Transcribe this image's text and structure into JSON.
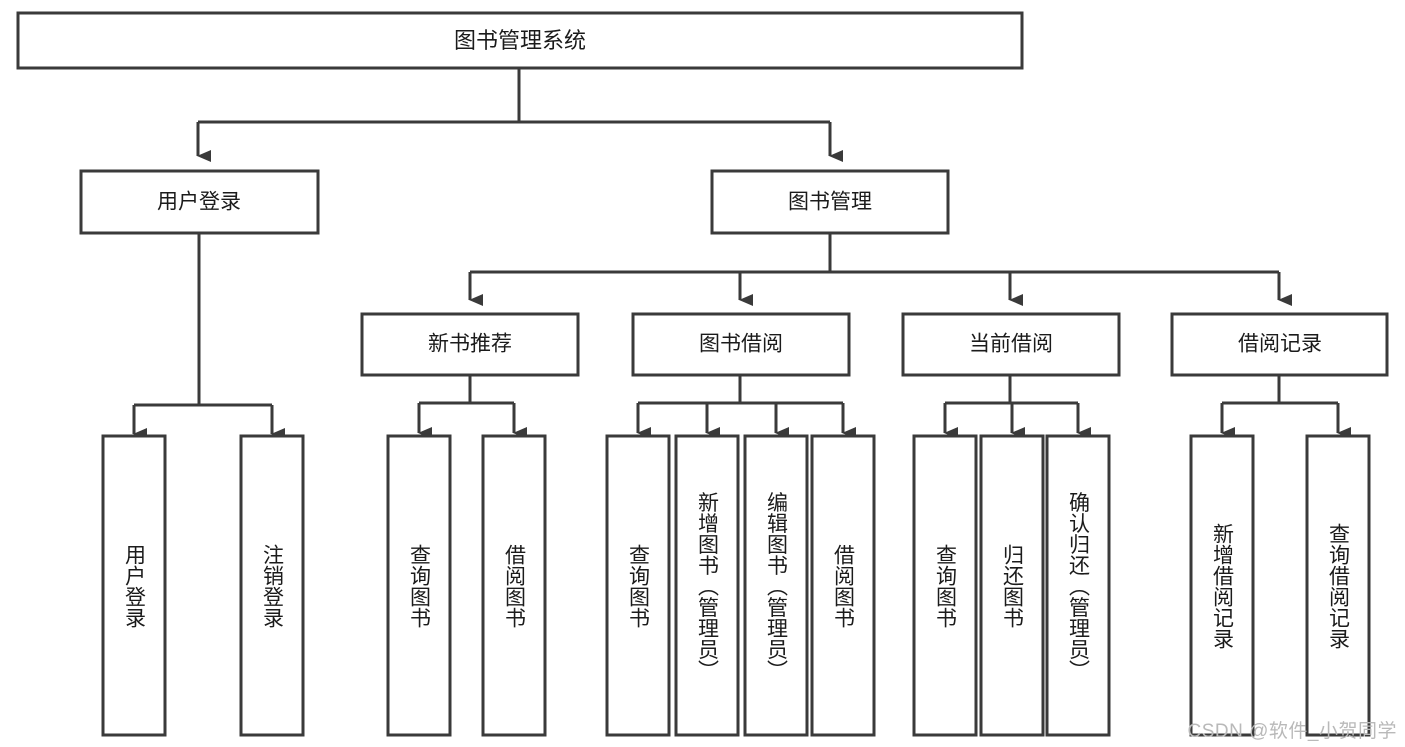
{
  "diagram": {
    "title": "图书管理系统",
    "type": "tree-hierarchy-chart",
    "watermark": "CSDN @软件_小贺同学",
    "colors": {
      "stroke": "#3a3a3a",
      "fill": "#ffffff",
      "text": "#1b1b1b",
      "watermark": "#b9b9b9"
    },
    "levels": {
      "root": {
        "label": "图书管理系统"
      },
      "level2": [
        {
          "label": "用户登录"
        },
        {
          "label": "图书管理"
        }
      ],
      "level3": [
        {
          "label": "新书推荐"
        },
        {
          "label": "图书借阅"
        },
        {
          "label": "当前借阅"
        },
        {
          "label": "借阅记录"
        }
      ]
    },
    "nodes": {
      "root": "图书管理系统",
      "user_login": "用户登录",
      "book_manage": "图书管理",
      "new_book_rec": "新书推荐",
      "book_borrow": "图书借阅",
      "current_borrow": "当前借阅",
      "borrow_record": "借阅记录",
      "leaf_user_login": "用户登录",
      "leaf_user_logout": "注销登录",
      "leaf_query_book_a": "查询图书",
      "leaf_borrow_book_a": "借阅图书",
      "leaf_query_book_b": "查询图书",
      "leaf_add_book": "新增图书（管理员）",
      "leaf_edit_book": "编辑图书（管理员）",
      "leaf_borrow_book_b": "借阅图书",
      "leaf_query_book_c": "查询图书",
      "leaf_return_book": "归还图书",
      "leaf_confirm_return": "确认归还（管理员）",
      "leaf_add_record": "新增借阅记录",
      "leaf_query_record": "查询借阅记录"
    },
    "tree": [
      {
        "label": "图书管理系统",
        "children": [
          {
            "label": "用户登录",
            "children": [
              {
                "label": "用户登录"
              },
              {
                "label": "注销登录"
              }
            ]
          },
          {
            "label": "图书管理",
            "children": [
              {
                "label": "新书推荐",
                "children": [
                  {
                    "label": "查询图书"
                  },
                  {
                    "label": "借阅图书"
                  }
                ]
              },
              {
                "label": "图书借阅",
                "children": [
                  {
                    "label": "查询图书"
                  },
                  {
                    "label": "新增图书（管理员）"
                  },
                  {
                    "label": "编辑图书（管理员）"
                  },
                  {
                    "label": "借阅图书"
                  }
                ]
              },
              {
                "label": "当前借阅",
                "children": [
                  {
                    "label": "查询图书"
                  },
                  {
                    "label": "归还图书"
                  },
                  {
                    "label": "确认归还（管理员）"
                  }
                ]
              },
              {
                "label": "借阅记录",
                "children": [
                  {
                    "label": "新增借阅记录"
                  },
                  {
                    "label": "查询借阅记录"
                  }
                ]
              }
            ]
          }
        ]
      }
    ]
  }
}
